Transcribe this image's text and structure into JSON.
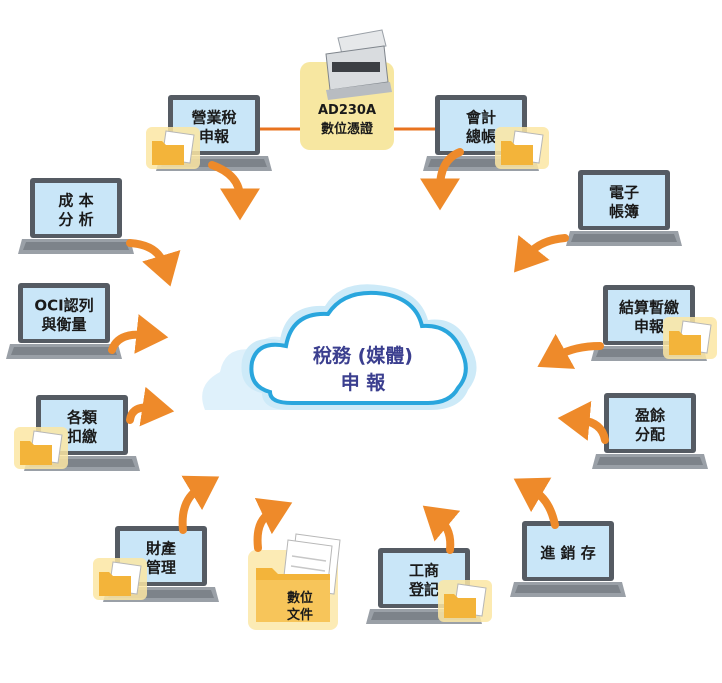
{
  "center": {
    "lines": [
      "稅務 (媒體)",
      "申 報"
    ]
  },
  "scanner": {
    "model": "AD230A",
    "caption": "數位憑證"
  },
  "digital_docs": {
    "lines": [
      "數位",
      "文件"
    ]
  },
  "laptops": [
    {
      "id": "sales-tax",
      "lines": [
        "營業稅",
        "申報"
      ]
    },
    {
      "id": "general-ledger",
      "lines": [
        "會計",
        "總帳"
      ]
    },
    {
      "id": "cost-analysis",
      "lines": [
        "成 本",
        "分 析"
      ]
    },
    {
      "id": "e-ledger",
      "lines": [
        "電子",
        "帳簿"
      ]
    },
    {
      "id": "oci",
      "lines": [
        "OCI認列",
        "與衡量"
      ]
    },
    {
      "id": "settlement",
      "lines": [
        "結算暫繳",
        "申報"
      ]
    },
    {
      "id": "withholding",
      "lines": [
        "各類",
        "扣繳"
      ]
    },
    {
      "id": "surplus",
      "lines": [
        "盈餘",
        "分配"
      ]
    },
    {
      "id": "property",
      "lines": [
        "財產",
        "管理"
      ]
    },
    {
      "id": "inventory",
      "lines": [
        "進 銷 存"
      ]
    },
    {
      "id": "business-registration",
      "lines": [
        "工商",
        "登記"
      ]
    }
  ],
  "colors": {
    "screen": "#c9e6f8",
    "laptop_dark": "#555b63",
    "laptop_light": "#9aa0a7",
    "arrow": "#ee8a2a",
    "cloud_stroke": "#2aa6dd",
    "cloud_fill": "#ffffff",
    "scanner_bg": "#f7e7a1",
    "folder": "#f3b43a",
    "link": "#e8731f"
  }
}
